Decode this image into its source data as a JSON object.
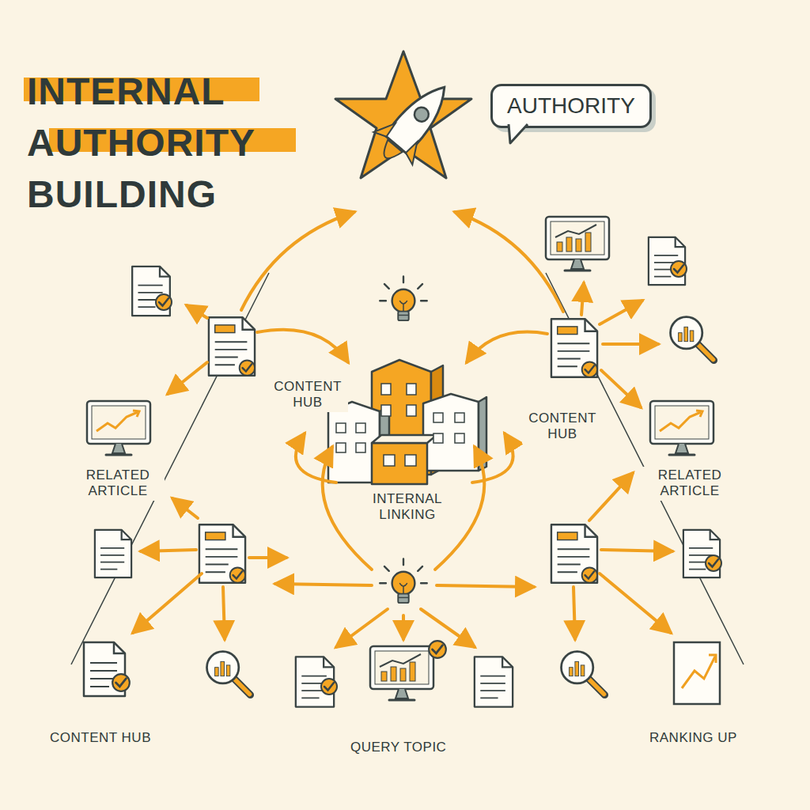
{
  "diagram": {
    "title": "INTERNAL AUTHORITY BUILDING",
    "nodes": [
      {
        "text": [
          "AUTHORITY"
        ]
      }
    ],
    "labels": [
      "CONTENT HUB",
      "CONTENT HUB",
      "RELATED ARTICLE",
      "RELATED ARTICLE",
      "INTERNAL LINKING",
      "CONTENT HUB",
      "QUERY TOPIC",
      "RANKING UP"
    ]
  }
}
